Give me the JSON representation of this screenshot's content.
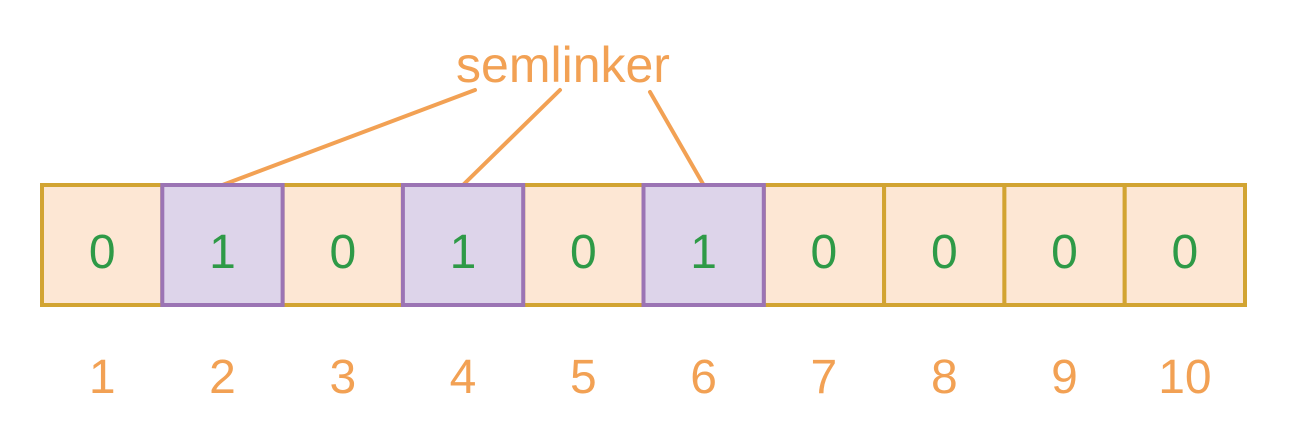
{
  "title": "semlinker",
  "bits": [
    "0",
    "1",
    "0",
    "1",
    "0",
    "1",
    "0",
    "0",
    "0",
    "0"
  ],
  "indices": [
    "1",
    "2",
    "3",
    "4",
    "5",
    "6",
    "7",
    "8",
    "9",
    "10"
  ],
  "highlighted_indices": [
    2,
    4,
    6
  ],
  "colors": {
    "label": "#f2a154",
    "bit_text": "#2e9a47",
    "cell_fill": "#fde7d4",
    "cell_stroke": "#d2a432",
    "highlight_fill": "#ddd4ea",
    "highlight_stroke": "#9b74b4",
    "connector": "#f2a154"
  }
}
